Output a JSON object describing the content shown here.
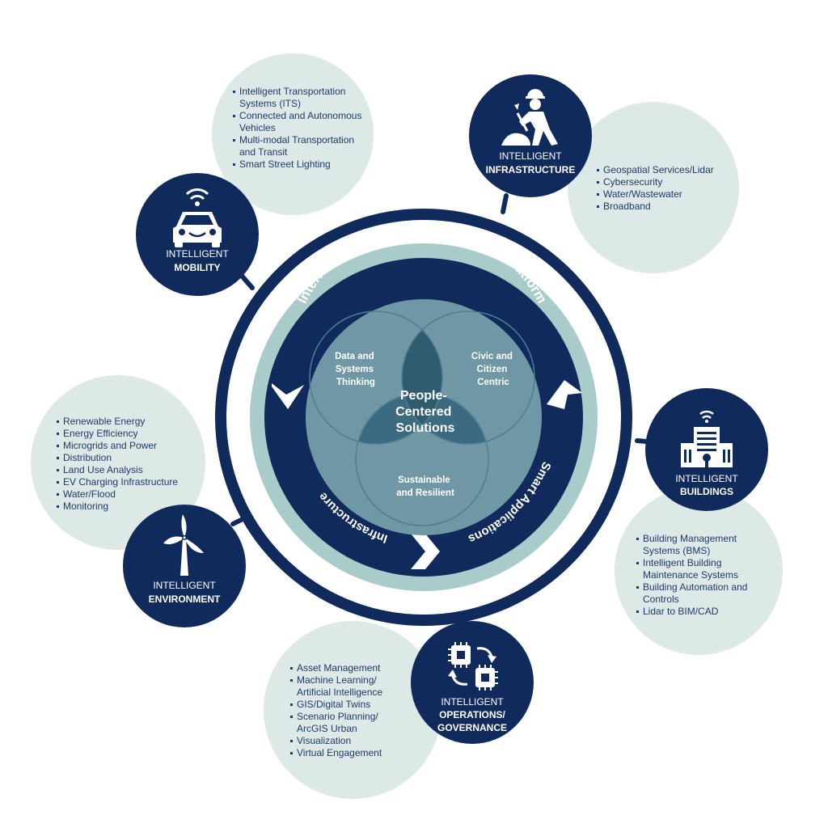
{
  "colors": {
    "navy": "#102a5c",
    "light_circle": "#dde9e6",
    "teal_band": "#a9cbc9",
    "venn_outer": "#6f97a6",
    "venn_overlap": "#3c6a80",
    "venn_center": "#2e5b6d",
    "white": "#ffffff"
  },
  "platform": {
    "top_arc": "Internet of Things (IOT)/Technology Platform",
    "left_arc": "Infrastructure",
    "right_arc": "Smart Applications"
  },
  "venn": {
    "top_left": [
      "Data and",
      "Systems",
      "Thinking"
    ],
    "top_right": [
      "Civic and",
      "Citizen",
      "Centric"
    ],
    "bottom": [
      "Sustainable",
      "and Resilient"
    ],
    "center": [
      "People-",
      "Centered",
      "Solutions"
    ]
  },
  "nodes": {
    "mobility": {
      "line1": "INTELLIGENT",
      "line2": "MOBILITY",
      "icon": "car-icon",
      "items": [
        "Intelligent Transportation Systems (ITS)",
        "Connected and Autonomous Vehicles",
        "Multi-modal Transportation and Transit",
        "Smart Street Lighting"
      ]
    },
    "infrastructure": {
      "line1": "INTELLIGENT",
      "line2": "INFRASTRUCTURE",
      "icon": "construction-worker-icon",
      "items": [
        "Geospatial Services/Lidar",
        "Cybersecurity",
        "Water/Wastewater",
        "Broadband"
      ]
    },
    "buildings": {
      "line1": "INTELLIGENT",
      "line2": "BUILDINGS",
      "icon": "building-icon",
      "items": [
        "Building Management Systems (BMS)",
        "Intelligent Building Maintenance Systems",
        "Building Automation and Controls",
        "Lidar to BIM/CAD"
      ]
    },
    "operations": {
      "line1": "INTELLIGENT",
      "line2": "OPERATIONS/",
      "line3": "GOVERNANCE",
      "icon": "chip-cycle-icon",
      "items": [
        "Asset Management",
        "Machine Learning/ Artificial Intelligence",
        "GIS/Digital Twins",
        "Scenario Planning/ ArcGIS Urban",
        "Visualization",
        "Virtual Engagement"
      ]
    },
    "environment": {
      "line1": "INTELLIGENT",
      "line2": "ENVIRONMENT",
      "icon": "wind-turbine-icon",
      "items": [
        "Renewable Energy",
        "Energy Efficiency",
        "Microgrids and Power",
        "Distribution",
        "Land Use Analysis",
        "EV Charging Infrastructure",
        "Water/Flood",
        "Monitoring"
      ]
    }
  }
}
